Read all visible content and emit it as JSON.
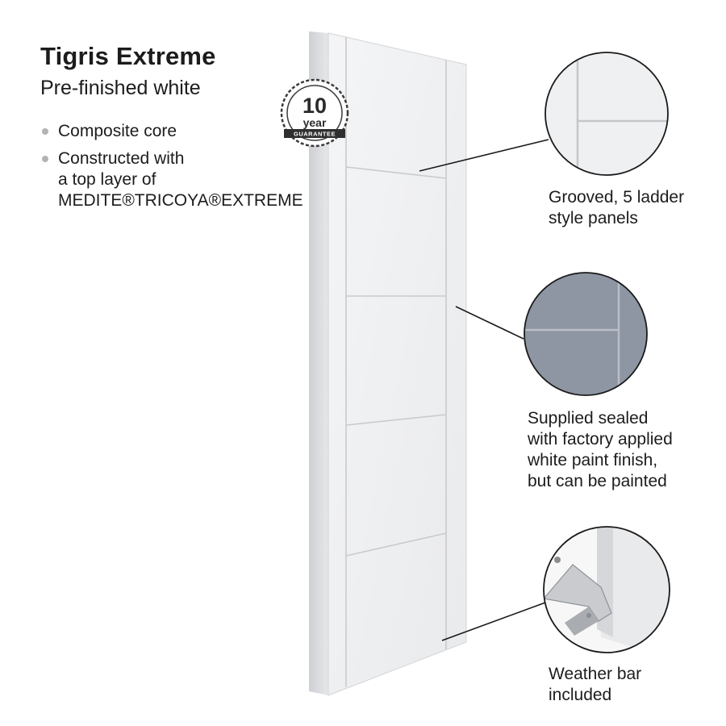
{
  "header": {
    "title": "Tigris Extreme",
    "subtitle": "Pre-finished white"
  },
  "features": [
    "Composite core",
    "Constructed with\na top layer of\nMEDITE®TRICOYA®EXTREME"
  ],
  "badge": {
    "number": "10",
    "unit": "year",
    "label": "GUARANTEE"
  },
  "callouts": {
    "grooved": "Grooved, 5 ladder\nstyle panels",
    "sealed": "Supplied sealed\nwith factory applied\nwhite paint finish,\nbut can be painted",
    "weather_bar": "Weather bar\nincluded"
  },
  "door": {
    "panel_count": 5,
    "colors": {
      "face": "#f1f2f3",
      "edge": "#dcdde0",
      "groove": "#c9cacd"
    }
  },
  "detail_colors": {
    "sealed_panel": "#8e95a3",
    "grooved_panel": "#eef0f1"
  }
}
